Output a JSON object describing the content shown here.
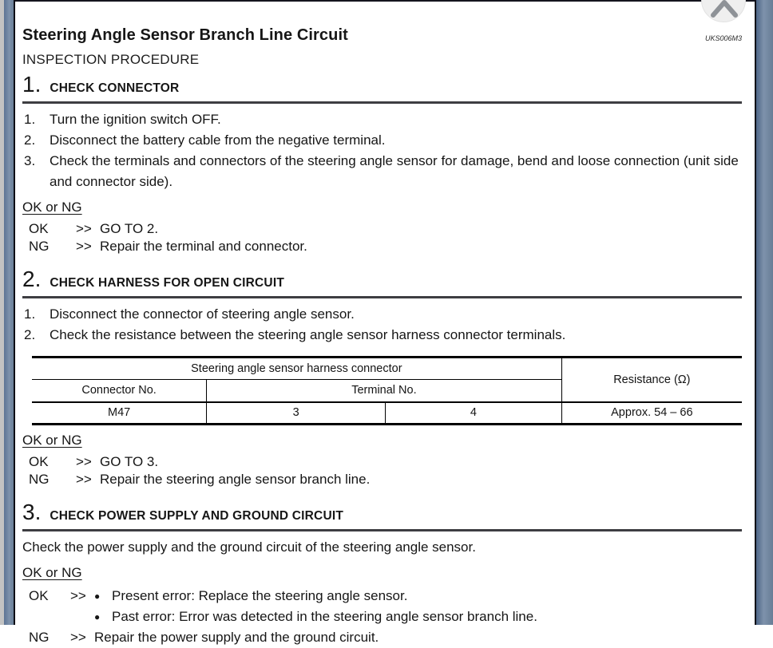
{
  "frame": {
    "accent_blue": "#6e84a2",
    "rule_color": "#3e3e42"
  },
  "header": {
    "title": "Steering Angle Sensor Branch Line Circuit",
    "doc_code": "UKS006M3",
    "subtitle": "INSPECTION PROCEDURE"
  },
  "sections": [
    {
      "number": "1.",
      "heading": "CHECK CONNECTOR",
      "steps": [
        {
          "num": "1.",
          "text": "Turn the ignition switch OFF."
        },
        {
          "num": "2.",
          "text": "Disconnect the battery cable from the negative terminal."
        },
        {
          "num": "3.",
          "text": "Check the terminals and connectors of the steering angle sensor for damage, bend and loose connection (unit side and connector side)."
        }
      ],
      "ok_ng_label": "OK or NG",
      "results": [
        {
          "label": "OK",
          "arrow": ">>",
          "text": "GO TO 2."
        },
        {
          "label": "NG",
          "arrow": ">>",
          "text": "Repair the terminal and connector."
        }
      ]
    },
    {
      "number": "2.",
      "heading": "CHECK HARNESS FOR OPEN CIRCUIT",
      "steps": [
        {
          "num": "1.",
          "text": "Disconnect the connector of steering angle sensor."
        },
        {
          "num": "2.",
          "text": "Check the resistance between the steering angle sensor harness connector terminals."
        }
      ],
      "ok_ng_label": "OK or NG",
      "results": [
        {
          "label": "OK",
          "arrow": ">>",
          "text": "GO TO 3."
        },
        {
          "label": "NG",
          "arrow": ">>",
          "text": "Repair the steering angle sensor branch line."
        }
      ]
    },
    {
      "number": "3.",
      "heading": "CHECK POWER SUPPLY AND GROUND CIRCUIT",
      "paragraph": "Check the power supply and the ground circuit of the steering angle sensor.",
      "ok_ng_label": "OK or NG",
      "ok_label": "OK",
      "ng_label": "NG",
      "arrow": ">>",
      "bullet": "●",
      "ok_bullets": [
        "Present error: Replace the steering angle sensor.",
        "Past error: Error was detected in the steering angle sensor branch line."
      ],
      "ng_text": "Repair the power supply and the ground circuit."
    }
  ],
  "table": {
    "group_header": "Steering angle sensor harness connector",
    "resistance_header": "Resistance (Ω)",
    "connector_header": "Connector No.",
    "terminal_header": "Terminal No.",
    "row": {
      "connector": "M47",
      "terminal_a": "3",
      "terminal_b": "4",
      "resistance": "Approx. 54 – 66"
    }
  }
}
